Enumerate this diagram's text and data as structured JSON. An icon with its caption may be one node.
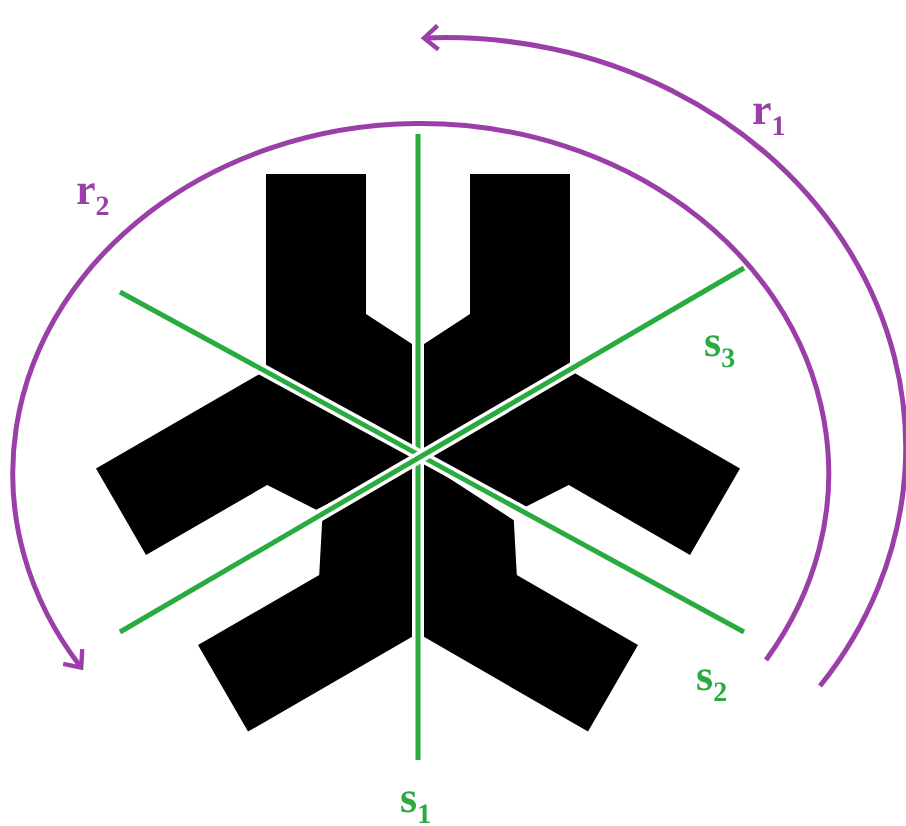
{
  "diagram": {
    "labels": [
      "r$_{1}$",
      "r$_{2}$",
      "s$_{3}$",
      "s$_{2}$",
      "s$_{1}$"
    ]
  }
}
